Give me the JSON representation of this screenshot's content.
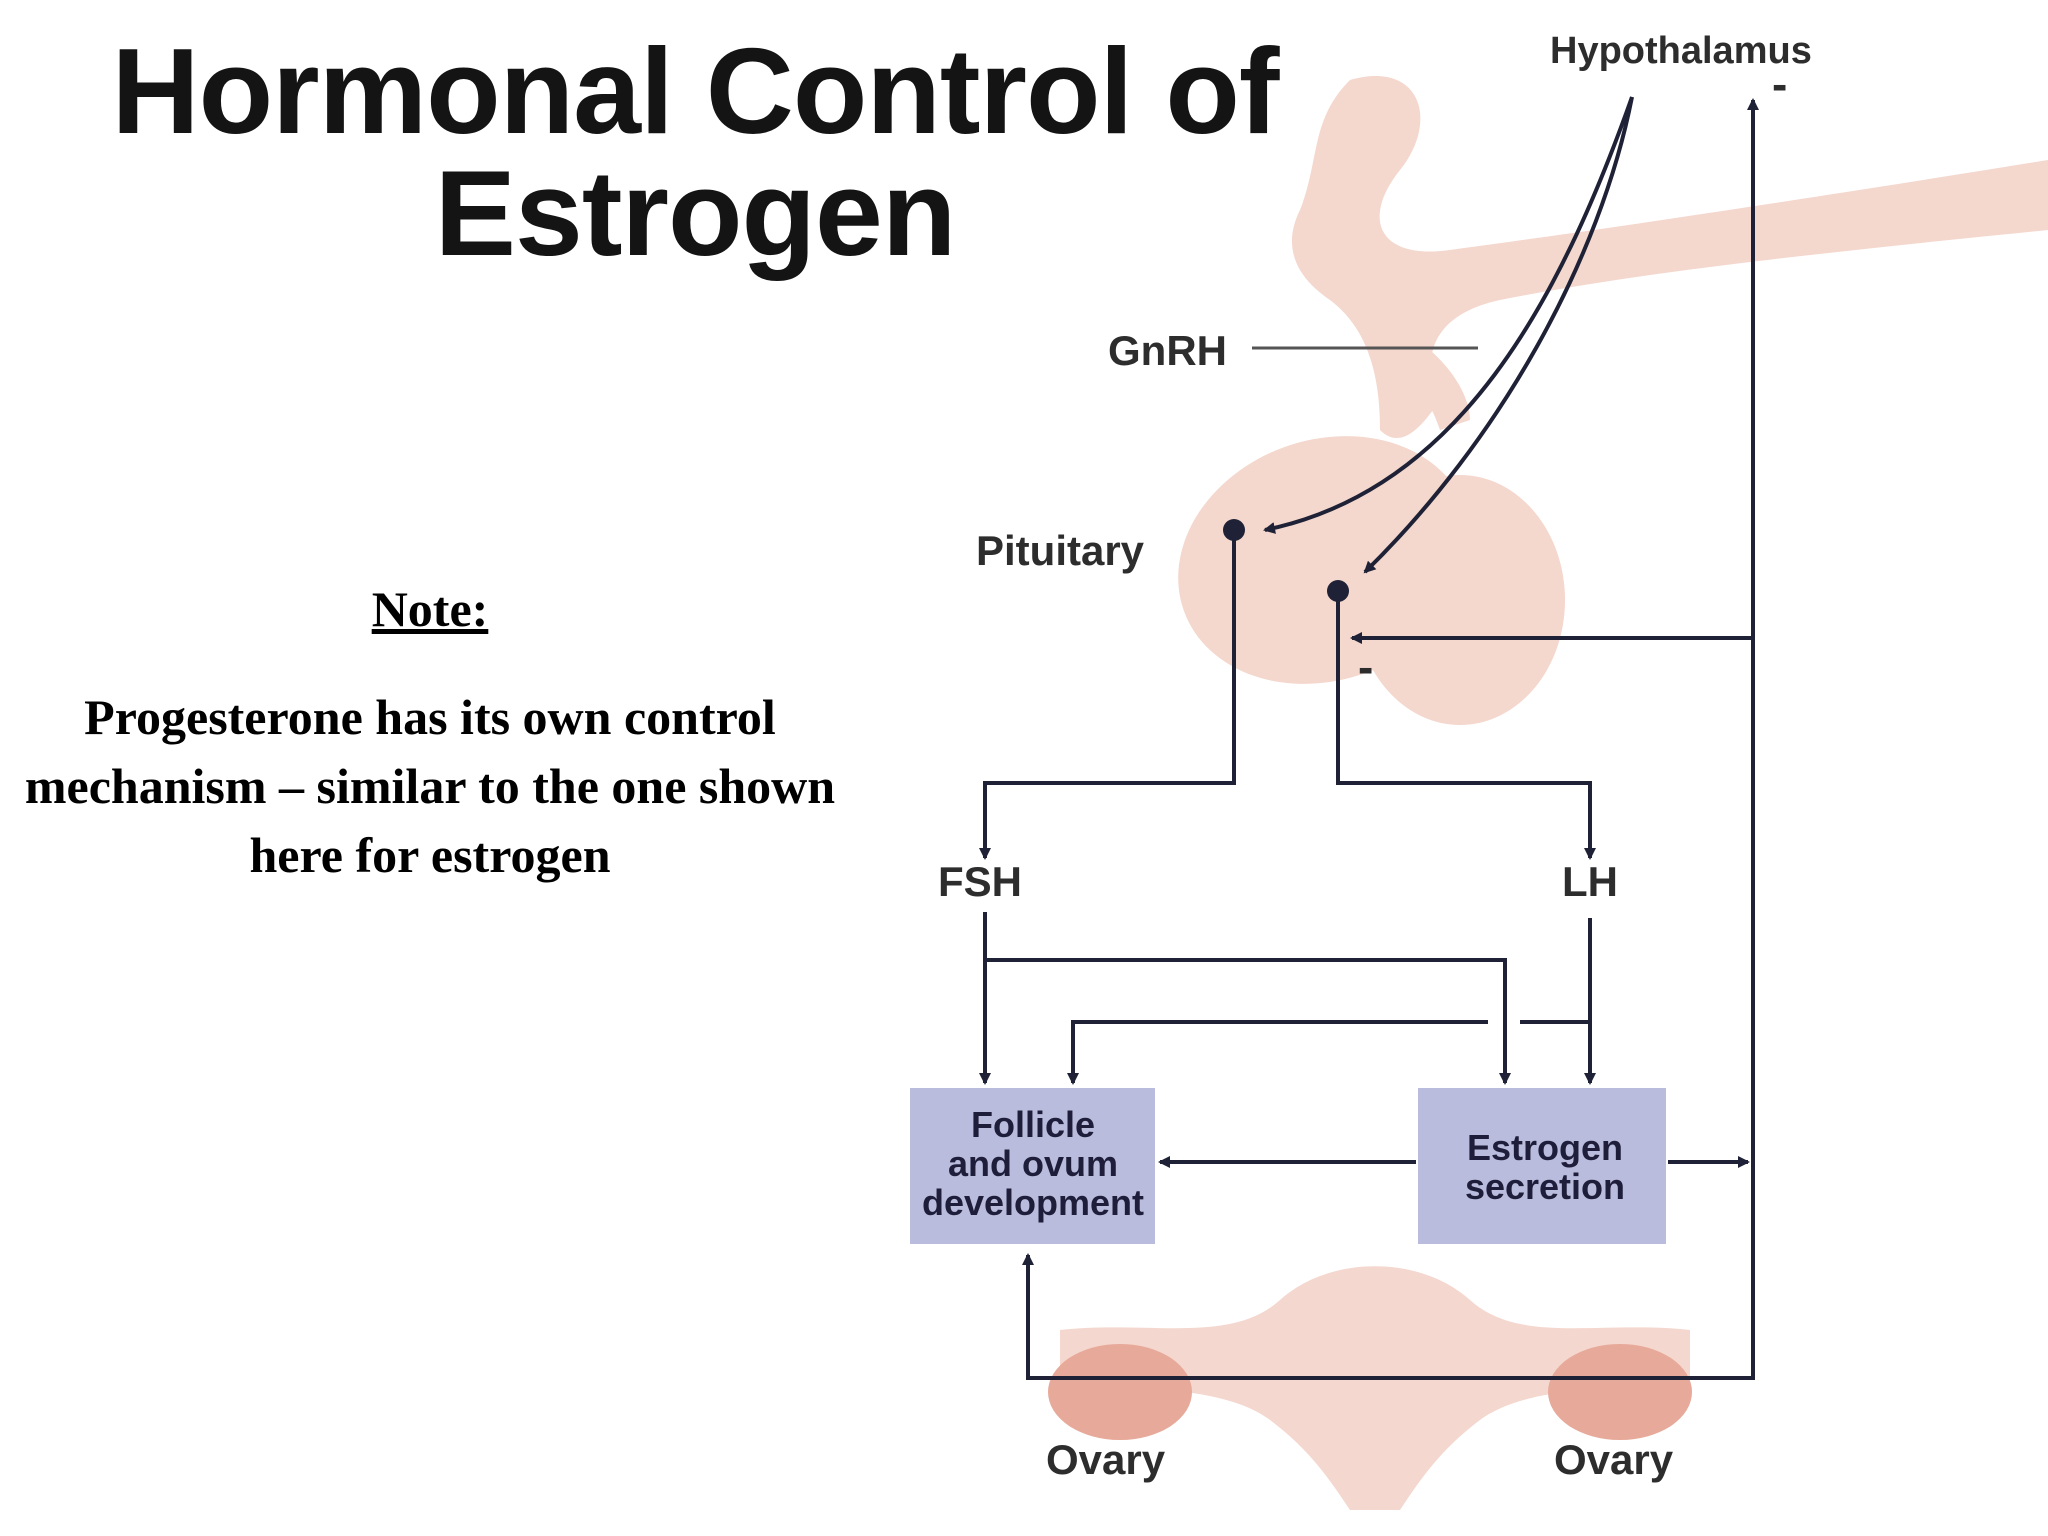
{
  "title": {
    "line1": "Hormonal Control of",
    "line2": "Estrogen"
  },
  "note": {
    "heading": "Note:",
    "body": "Progesterone has its own control mechanism – similar to the one shown here for estrogen"
  },
  "diagram": {
    "labels": {
      "hypothalamus": "Hypothalamus",
      "gnrh": "GnRH",
      "pituitary": "Pituitary",
      "fsh": "FSH",
      "lh": "LH",
      "ovary_left": "Ovary",
      "ovary_right": "Ovary"
    },
    "boxes": {
      "follicle": [
        "Follicle",
        "and ovum",
        "development"
      ],
      "estrogen": [
        "Estrogen",
        "secretion"
      ]
    },
    "inhibition_signs": {
      "hypothalamus": "-",
      "pituitary": "-"
    },
    "colors": {
      "box_fill": "#b9bcdc",
      "line": "#1f2236",
      "anatomy": "#f2d0c5",
      "ovary": "#e7a999"
    }
  }
}
